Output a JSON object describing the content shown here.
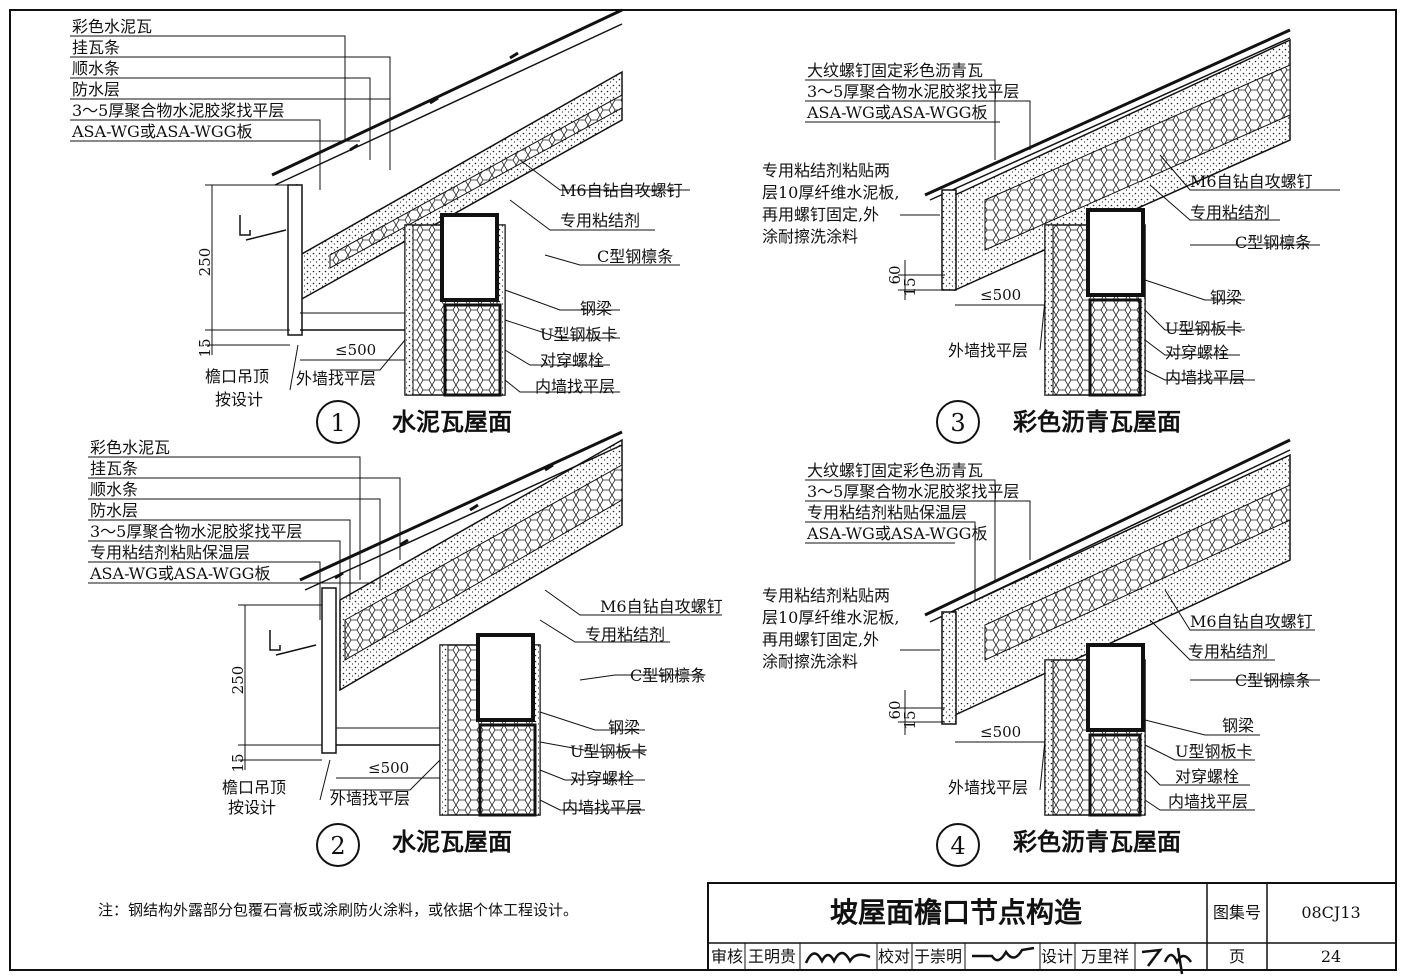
{
  "note": "注：钢结构外露部分包覆石膏板或涂刷防火涂料，或依据个体工程设计。",
  "title_block": {
    "drawing_title": "坡屋面檐口节点构造",
    "atlas_label": "图集号",
    "atlas_no": "08CJ13",
    "page_label": "页",
    "page_no": "24",
    "review_label": "审核",
    "review_name": "王明贵",
    "check_label": "校对",
    "check_name": "于崇明",
    "design_label": "设计",
    "design_name": "万里祥"
  },
  "details": [
    {
      "number": "1",
      "title": "水泥瓦屋面",
      "top_labels": [
        "彩色水泥瓦",
        "挂瓦条",
        "顺水条",
        "防水层",
        "3～5厚聚合物水泥胶浆找平层",
        "ASA-WG或ASA-WGG板"
      ],
      "right_labels": [
        "M6自钻自攻螺钉",
        "专用粘结剂",
        "C型钢檩条",
        "钢梁",
        "U型钢板卡",
        "对穿螺栓",
        "内墙找平层"
      ],
      "dims": [
        "250",
        "15",
        "≤500"
      ],
      "bottom_labels": [
        "檐口吊顶",
        "按设计",
        "外墙找平层"
      ]
    },
    {
      "number": "2",
      "title": "水泥瓦屋面",
      "top_labels": [
        "彩色水泥瓦",
        "挂瓦条",
        "顺水条",
        "防水层",
        "3～5厚聚合物水泥胶浆找平层",
        "专用粘结剂粘贴保温层",
        "ASA-WG或ASA-WGG板"
      ],
      "right_labels": [
        "M6自钻自攻螺钉",
        "专用粘结剂",
        "C型钢檩条",
        "钢梁",
        "U型钢板卡",
        "对穿螺栓",
        "内墙找平层"
      ],
      "dims": [
        "250",
        "15",
        "≤500"
      ],
      "bottom_labels": [
        "檐口吊顶",
        "按设计",
        "外墙找平层"
      ]
    },
    {
      "number": "3",
      "title": "彩色沥青瓦屋面",
      "top_labels": [
        "大纹螺钉固定彩色沥青瓦",
        "3～5厚聚合物水泥胶浆找平层",
        "ASA-WG或ASA-WGG板"
      ],
      "left_labels": [
        "专用粘结剂粘贴两",
        "层10厚纤维水泥板,",
        "再用螺钉固定,外",
        "涂耐擦洗涂料"
      ],
      "right_labels": [
        "M6自钻自攻螺钉",
        "专用粘结剂",
        "C型钢檩条",
        "钢梁",
        "U型钢板卡",
        "对穿螺栓",
        "内墙找平层"
      ],
      "dims": [
        "60",
        "15",
        "≤500"
      ],
      "bottom_labels": [
        "外墙找平层"
      ]
    },
    {
      "number": "4",
      "title": "彩色沥青瓦屋面",
      "top_labels": [
        "大纹螺钉固定彩色沥青瓦",
        "3～5厚聚合物水泥胶浆找平层",
        "专用粘结剂粘贴保温层",
        "ASA-WG或ASA-WGG板"
      ],
      "left_labels": [
        "专用粘结剂粘贴两",
        "层10厚纤维水泥板,",
        "再用螺钉固定,外",
        "涂耐擦洗涂料"
      ],
      "right_labels": [
        "M6自钻自攻螺钉",
        "专用粘结剂",
        "C型钢檩条",
        "钢梁",
        "U型钢板卡",
        "对穿螺栓",
        "内墙找平层"
      ],
      "dims": [
        "60",
        "15",
        "≤500"
      ],
      "bottom_labels": [
        "外墙找平层"
      ]
    }
  ]
}
